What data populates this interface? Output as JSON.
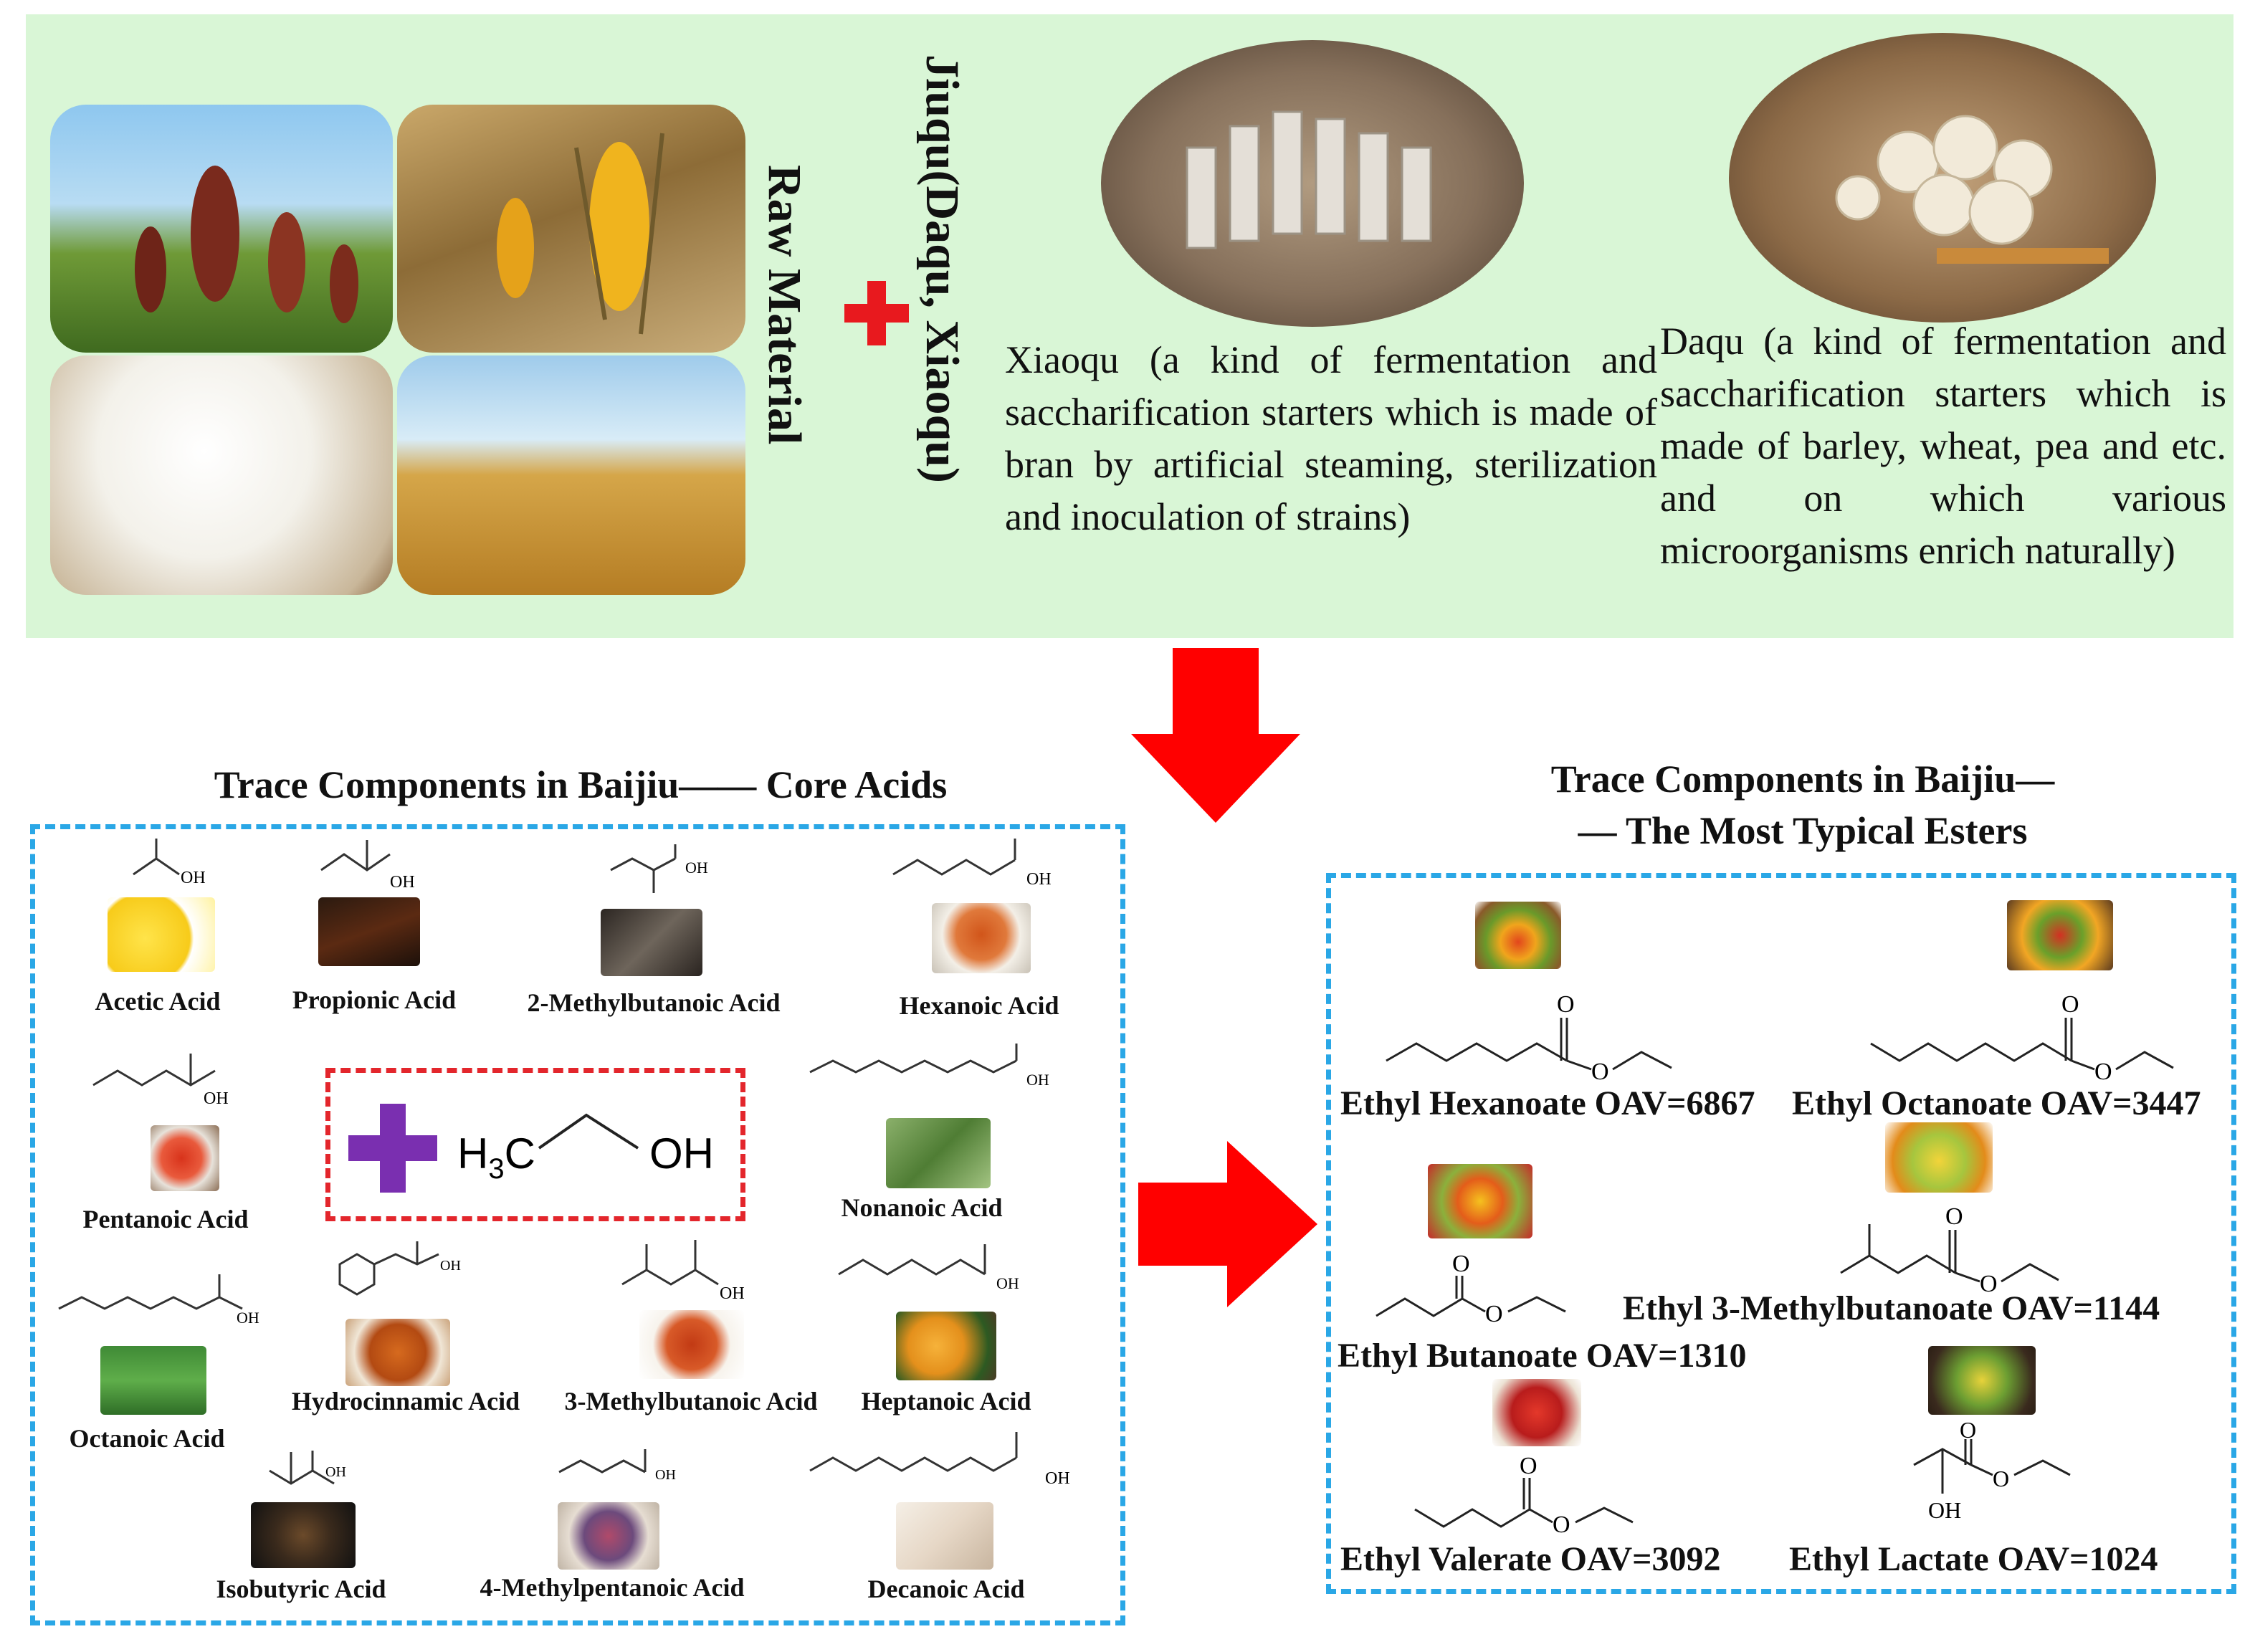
{
  "top": {
    "raw_material_label": "Raw Material",
    "jiuqu_label": "Jiuqu(Daqu, Xiaoqu)",
    "xiaoqu_desc": "Xiaoqu (a kind of fermentation and saccharification starters which is made of bran by artificial steaming, sterilization and inoculation of strains)",
    "daqu_desc": "Daqu (a kind of fermentation and saccharification starters which is made of barley, wheat, pea and etc. and on which various microorganisms enrich naturally)"
  },
  "acids": {
    "title": "Trace Components in Baijiu—— Core Acids",
    "items": [
      "Acetic Acid",
      "Propionic Acid",
      "2-Methylbutanoic Acid",
      "Hexanoic Acid",
      "Pentanoic Acid",
      "Nonanoic Acid",
      "Octanoic Acid",
      "Hydrocinnamic Acid",
      "3-Methylbutanoic Acid",
      "Heptanoic Acid",
      "Isobutyric Acid",
      "4-Methylpentanoic Acid",
      "Decanoic Acid"
    ],
    "oh": "OH",
    "ethanol_left": "H",
    "ethanol_sub": "3",
    "ethanol_c": "C",
    "ethanol_right": "OH"
  },
  "esters": {
    "title_line1": "Trace Components in Baijiu—",
    "title_line2": "— The Most Typical Esters",
    "items": [
      "Ethyl Hexanoate OAV=6867",
      "Ethyl Octanoate OAV=3447",
      "Ethyl 3-Methylbutanoate OAV=1144",
      "Ethyl Butanoate OAV=1310",
      "Ethyl Valerate OAV=3092",
      "Ethyl Lactate OAV=1024"
    ],
    "o": "O",
    "oh": "OH"
  },
  "colors": {
    "panel_bg": "#d9f6d6",
    "dashed_blue": "#2aa7e6",
    "arrow_red": "#ff0000",
    "plus_purple": "#7a2fb0",
    "ethanol_box_red": "#e3262c"
  }
}
